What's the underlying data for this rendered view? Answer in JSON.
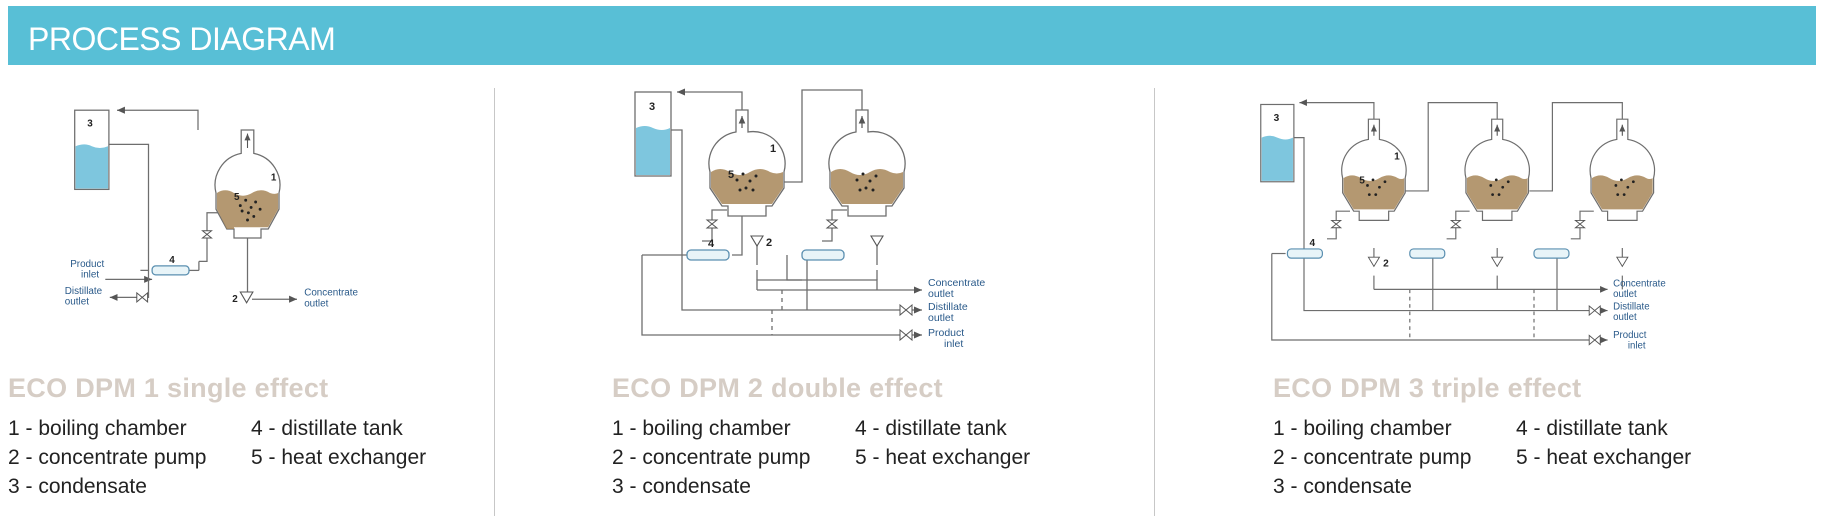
{
  "header": {
    "title": "PROCESS DIAGRAM"
  },
  "colors": {
    "header_bg": "#58bfd6",
    "title_color": "#d6cdc5",
    "liquid": "#a78658",
    "water": "#7ec6de",
    "line": "#6e6e6e"
  },
  "panels": [
    {
      "title": "ECO DPM 1 single effect",
      "legend": [
        "1 - boiling chamber",
        "2 - concentrate pump",
        "3 - condensate",
        "4 - distillate tank",
        "5 - heat exchanger"
      ],
      "diagram_labels": {
        "n1": "1",
        "n2": "2",
        "n3": "3",
        "n4": "4",
        "n5": "5",
        "product": "Product",
        "inlet": "inlet",
        "distillate": "Distillate",
        "outlet": "outlet",
        "concentrate": "Concentrate",
        "c_outlet": "outlet"
      }
    },
    {
      "title": "ECO DPM 2 double effect",
      "legend": [
        "1 - boiling chamber",
        "2 - concentrate pump",
        "3 - condensate",
        "4 - distillate tank",
        "5 - heat exchanger"
      ],
      "diagram_labels": {
        "n1": "1",
        "n2": "2",
        "n3": "3",
        "n4": "4",
        "n5": "5",
        "concentrate": "Concentrate",
        "c_outlet": "outlet",
        "distillate": "Distillate",
        "d_outlet": "outlet",
        "product": "Product",
        "inlet": "inlet"
      }
    },
    {
      "title": "ECO DPM 3 triple effect",
      "legend": [
        "1 - boiling chamber",
        "2 - concentrate pump",
        "3 - condensate",
        "4 - distillate tank",
        "5 - heat exchanger"
      ],
      "diagram_labels": {
        "n1": "1",
        "n2": "2",
        "n3": "3",
        "n4": "4",
        "n5": "5",
        "concentrate": "Concentrate",
        "c_outlet": "outlet",
        "distillate": "Distillate",
        "d_outlet": "outlet",
        "product": "Product",
        "inlet": "inlet"
      }
    }
  ]
}
